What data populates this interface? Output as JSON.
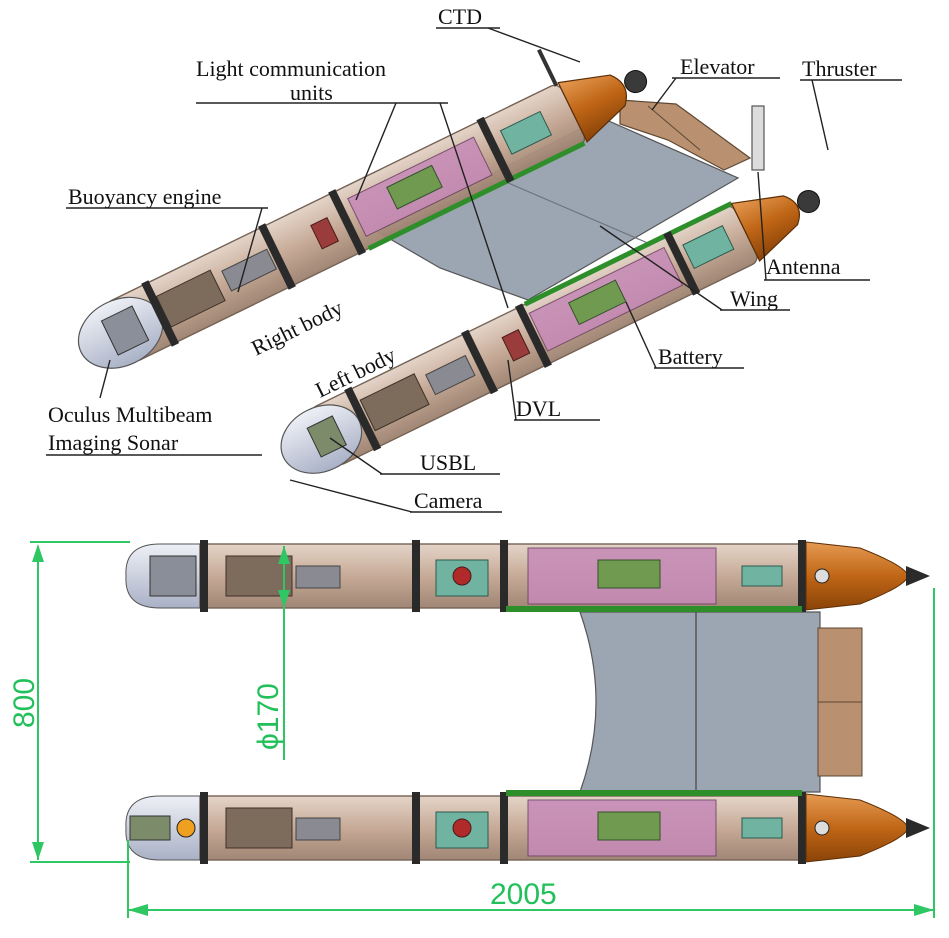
{
  "labels": {
    "ctd": "CTD",
    "light_comm_1": "Light communication",
    "light_comm_2": "units",
    "elevator": "Elevator",
    "thruster": "Thruster",
    "buoyancy_engine": "Buoyancy engine",
    "antenna": "Antenna",
    "right_body": "Right body",
    "wing": "Wing",
    "left_body": "Left body",
    "battery": "Battery",
    "sonar_1": "Oculus Multibeam",
    "sonar_2": "Imaging Sonar",
    "dvl": "DVL",
    "usbl": "USBL",
    "camera": "Camera"
  },
  "dimensions": {
    "width": "800",
    "diameter": "ϕ170",
    "length": "2005"
  },
  "colors": {
    "hull": "#c9ae9a",
    "hull_edge": "#6e5a4c",
    "nose": "#c8cde0",
    "tail": "#c26a1e",
    "wing": "#9ba5b2",
    "elevator": "#b8906a",
    "battery_tray": "#c68ab8",
    "board": "#6f9a50",
    "rail": "#2e8f2a",
    "dimension": "#2fc664"
  }
}
